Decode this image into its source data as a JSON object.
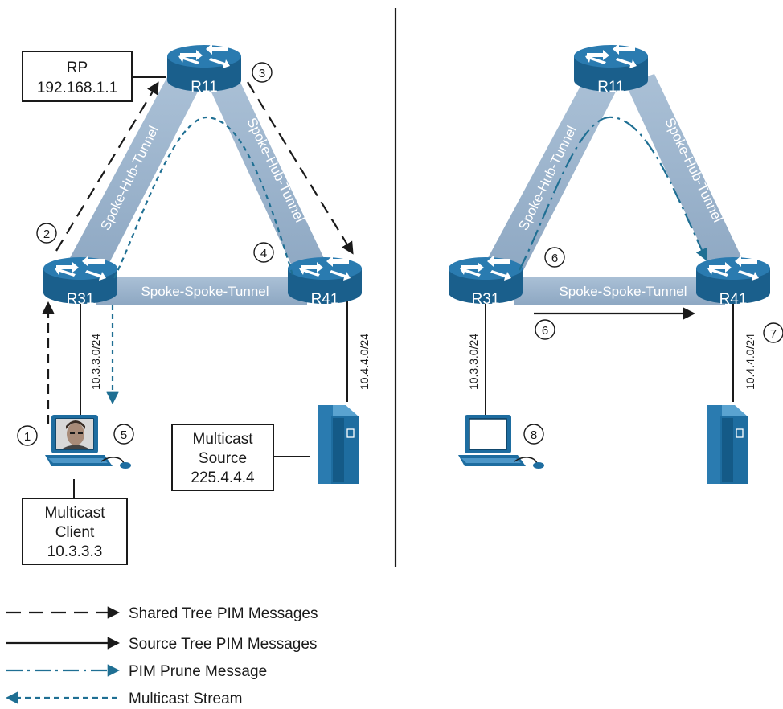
{
  "left_panel": {
    "rp_box": {
      "line1": "RP",
      "line2": "192.168.1.1"
    },
    "routers": {
      "hub": "R11",
      "spoke_a": "R31",
      "spoke_b": "R41"
    },
    "tunnels": {
      "hub_a": "Spoke-Hub-Tunnel",
      "hub_b": "Spoke-Hub-Tunnel",
      "spoke_spoke": "Spoke-Spoke-Tunnel"
    },
    "subnets": {
      "a": "10.3.3.0/24",
      "b": "10.4.4.0/24"
    },
    "source_box": {
      "line1": "Multicast",
      "line2": "Source",
      "line3": "225.4.4.4"
    },
    "client_box": {
      "line1": "Multicast",
      "line2": "Client",
      "line3": "10.3.3.3"
    },
    "steps": [
      "1",
      "2",
      "3",
      "4",
      "5"
    ]
  },
  "right_panel": {
    "routers": {
      "hub": "R11",
      "spoke_a": "R31",
      "spoke_b": "R41"
    },
    "tunnels": {
      "hub_a": "Spoke-Hub-Tunnel",
      "hub_b": "Spoke-Hub-Tunnel",
      "spoke_spoke": "Spoke-Spoke-Tunnel"
    },
    "subnets": {
      "a": "10.3.3.0/24",
      "b": "10.4.4.0/24"
    },
    "steps": [
      "6",
      "6",
      "7",
      "8"
    ]
  },
  "legend": [
    {
      "label": "Shared Tree PIM Messages",
      "style": "long-dash",
      "color": "#1a1a1a"
    },
    {
      "label": "Source Tree PIM Messages",
      "style": "solid",
      "color": "#1a1a1a"
    },
    {
      "label": "PIM Prune Message",
      "style": "dash-dot",
      "color": "#1f6f93"
    },
    {
      "label": "Multicast Stream",
      "style": "short-dash",
      "color": "#1f6f93"
    }
  ],
  "colors": {
    "router": "#1e6da0",
    "tunnel": "#9fb6cf",
    "blue_arrow": "#1f6f93",
    "black_arrow": "#1a1a1a"
  }
}
